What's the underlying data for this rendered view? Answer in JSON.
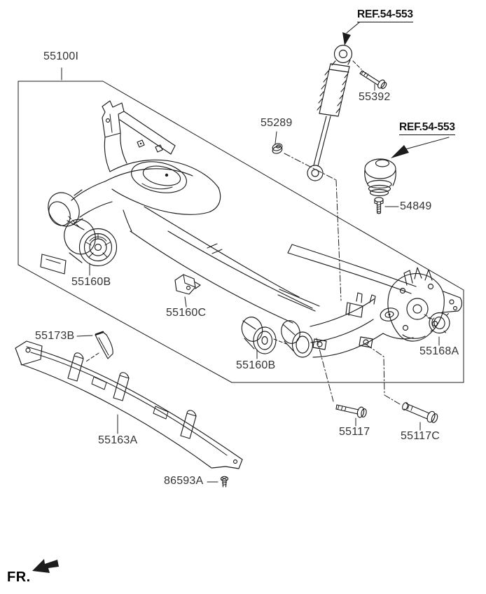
{
  "labels": {
    "assembly": "55100I",
    "ref_shock": "REF.54-553",
    "shock_bolt": "55392",
    "shock_nut": "55289",
    "ref_bumper": "REF.54-553",
    "bumper_bolt": "54849",
    "bushing_left": "55160B",
    "beam_clip": "55160C",
    "clip_bracket": "55173B",
    "bushing_center": "55160B",
    "stopper": "55168A",
    "cover_panel": "55163A",
    "arm_bolt": "55117",
    "arm_bolt_c": "55117C",
    "cover_screw": "86593A",
    "front_direction": "FR."
  },
  "colors": {
    "background": "#ffffff",
    "line": "#1c1c1c",
    "label_text": "#333333",
    "ref_text": "#111111"
  }
}
